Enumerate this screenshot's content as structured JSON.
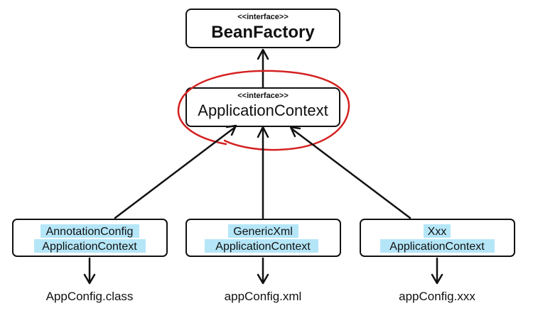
{
  "bean_factory": {
    "stereotype": "<<interface>>",
    "name": "BeanFactory"
  },
  "application_context": {
    "stereotype": "<<interface>>",
    "name": "ApplicationContext"
  },
  "implementations": [
    {
      "line1": "AnnotationConfig",
      "line2": "ApplicationContext",
      "config": "AppConfig.class"
    },
    {
      "line1": "GenericXml",
      "line2": "ApplicationContext",
      "config": "appConfig.xml"
    },
    {
      "line1": "Xxx",
      "line2": "ApplicationContext",
      "config": "appConfig.xxx"
    }
  ],
  "colors": {
    "highlight": "#b5e6f8",
    "circle": "#d42020",
    "stroke": "#111111"
  }
}
